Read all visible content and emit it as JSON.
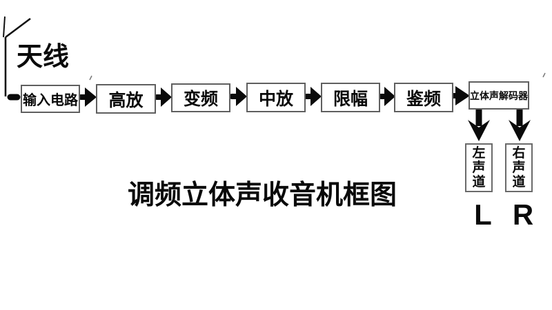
{
  "diagram": {
    "title": "调频立体声收音机框图",
    "antenna": {
      "label": "天线"
    },
    "blocks": [
      {
        "label": "输入电路"
      },
      {
        "label": "高放"
      },
      {
        "label": "变频"
      },
      {
        "label": "中放"
      },
      {
        "label": "限幅"
      },
      {
        "label": "鉴频"
      },
      {
        "label": "立体声解码器"
      }
    ],
    "outputs": [
      {
        "label": "左声道",
        "channel": "L"
      },
      {
        "label": "右声道",
        "channel": "R"
      }
    ],
    "colors": {
      "background": "#ffffff",
      "line": "#000000",
      "box_border": "#5f5f5f",
      "text": "#0a0a0a"
    }
  }
}
